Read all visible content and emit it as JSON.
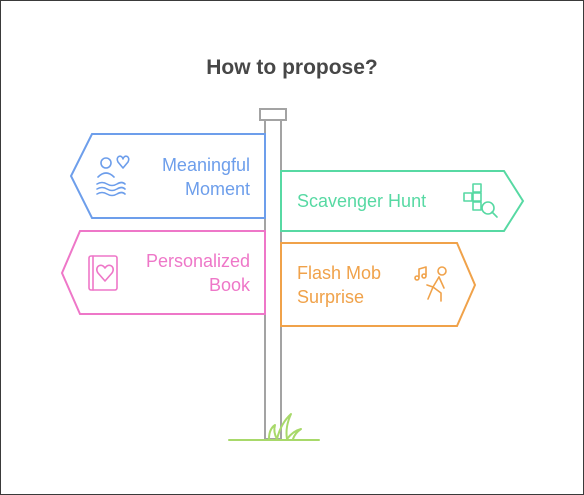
{
  "title": "How to propose?",
  "signs": {
    "meaningful": {
      "line1": "Meaningful",
      "line2": "Moment",
      "color": "#6d9eeb",
      "icon": "people-heart-wave-icon"
    },
    "scavenger": {
      "line1": "Scavenger Hunt",
      "color": "#57d9a3",
      "icon": "puzzle-magnifier-icon"
    },
    "personalized": {
      "line1": "Personalized",
      "line2": "Book",
      "color": "#ee77c8",
      "icon": "heart-book-icon"
    },
    "flashmob": {
      "line1": "Flash Mob",
      "line2": "Surprise",
      "color": "#f0a24a",
      "icon": "dancing-person-music-icon"
    }
  },
  "colors": {
    "title": "#474747",
    "post": "#a3a3a3",
    "grass": "#a8d96a"
  }
}
